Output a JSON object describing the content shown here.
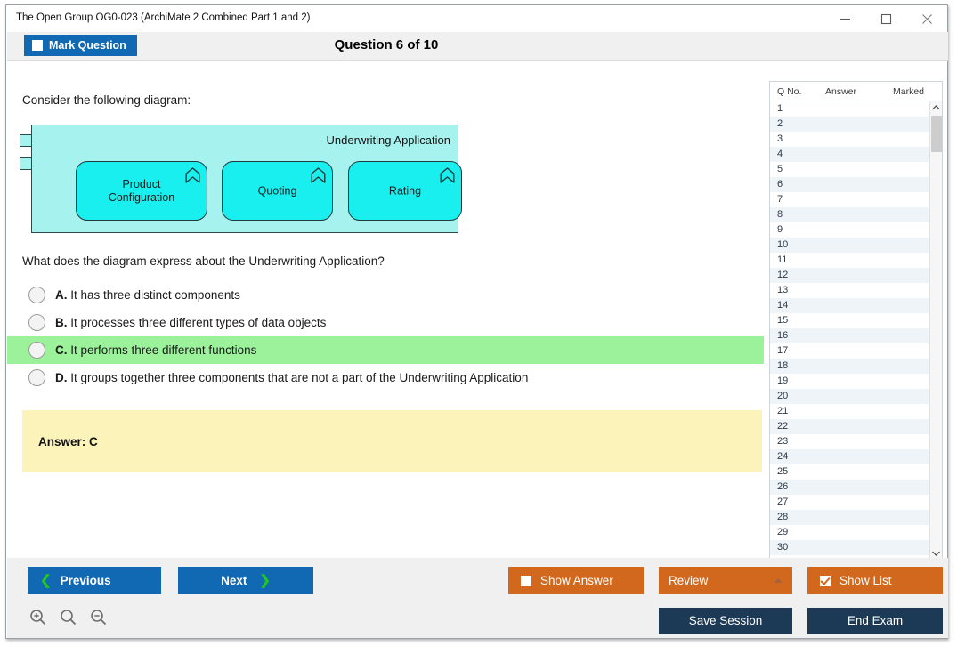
{
  "window": {
    "title": "The Open Group OG0-023 (ArchiMate 2 Combined Part 1 and 2)",
    "minimize_label": "—",
    "maximize_label": "☐",
    "close_label": "✕"
  },
  "header": {
    "mark_question_label": "Mark Question",
    "mark_question_checked": false,
    "question_title": "Question 6 of 10"
  },
  "content": {
    "prompt": "Consider the following diagram:",
    "question": "What does the diagram express about the Underwriting Application?",
    "diagram": {
      "container_label": "Underwriting Application",
      "container_type": "application-component",
      "container_color": "#a6f2ee",
      "function_color": "#19efef",
      "border_color": "#2b4a4a",
      "functions": [
        {
          "label": "Product\nConfiguration",
          "line1": "Product",
          "line2": "Configuration"
        },
        {
          "label": "Quoting",
          "line1": "Quoting",
          "line2": ""
        },
        {
          "label": "Rating",
          "line1": "Rating",
          "line2": ""
        }
      ]
    },
    "options": [
      {
        "letter": "A.",
        "text": "It has three distinct components",
        "selected": false
      },
      {
        "letter": "B.",
        "text": "It processes three different types of data objects",
        "selected": false
      },
      {
        "letter": "C.",
        "text": "It performs three different functions",
        "selected": true
      },
      {
        "letter": "D.",
        "text": "It groups together three components that are not a part of the Underwriting Application",
        "selected": false
      }
    ],
    "answer": {
      "label": "Answer: C",
      "background": "#fcf3ba"
    },
    "highlight_color": "#9bf29b"
  },
  "qlist": {
    "columns": [
      "Q No.",
      "Answer",
      "Marked"
    ],
    "rows": [
      {
        "no": "1",
        "answer": "",
        "marked": ""
      },
      {
        "no": "2",
        "answer": "",
        "marked": ""
      },
      {
        "no": "3",
        "answer": "",
        "marked": ""
      },
      {
        "no": "4",
        "answer": "",
        "marked": ""
      },
      {
        "no": "5",
        "answer": "",
        "marked": ""
      },
      {
        "no": "6",
        "answer": "",
        "marked": ""
      },
      {
        "no": "7",
        "answer": "",
        "marked": ""
      },
      {
        "no": "8",
        "answer": "",
        "marked": ""
      },
      {
        "no": "9",
        "answer": "",
        "marked": ""
      },
      {
        "no": "10",
        "answer": "",
        "marked": ""
      },
      {
        "no": "11",
        "answer": "",
        "marked": ""
      },
      {
        "no": "12",
        "answer": "",
        "marked": ""
      },
      {
        "no": "13",
        "answer": "",
        "marked": ""
      },
      {
        "no": "14",
        "answer": "",
        "marked": ""
      },
      {
        "no": "15",
        "answer": "",
        "marked": ""
      },
      {
        "no": "16",
        "answer": "",
        "marked": ""
      },
      {
        "no": "17",
        "answer": "",
        "marked": ""
      },
      {
        "no": "18",
        "answer": "",
        "marked": ""
      },
      {
        "no": "19",
        "answer": "",
        "marked": ""
      },
      {
        "no": "20",
        "answer": "",
        "marked": ""
      },
      {
        "no": "21",
        "answer": "",
        "marked": ""
      },
      {
        "no": "22",
        "answer": "",
        "marked": ""
      },
      {
        "no": "23",
        "answer": "",
        "marked": ""
      },
      {
        "no": "24",
        "answer": "",
        "marked": ""
      },
      {
        "no": "25",
        "answer": "",
        "marked": ""
      },
      {
        "no": "26",
        "answer": "",
        "marked": ""
      },
      {
        "no": "27",
        "answer": "",
        "marked": ""
      },
      {
        "no": "28",
        "answer": "",
        "marked": ""
      },
      {
        "no": "29",
        "answer": "",
        "marked": ""
      },
      {
        "no": "30",
        "answer": "",
        "marked": ""
      }
    ],
    "scroll_up_label": "⌃",
    "scroll_down_label": "⌄"
  },
  "footer": {
    "previous_label": "Previous",
    "next_label": "Next",
    "prev_chevron": "❮",
    "next_chevron": "❯",
    "show_answer_label": "Show Answer",
    "show_answer_checked": false,
    "review_label": "Review",
    "show_list_label": "Show List",
    "show_list_checked": true,
    "save_session_label": "Save Session",
    "end_exam_label": "End Exam",
    "zoom_in_name": "zoom-in",
    "zoom_reset_name": "zoom-reset",
    "zoom_out_name": "zoom-out"
  },
  "colors": {
    "primary_blue": "#1168b3",
    "orange": "#d2681e",
    "navy": "#1c3a55",
    "green_chevron": "#22c622"
  }
}
